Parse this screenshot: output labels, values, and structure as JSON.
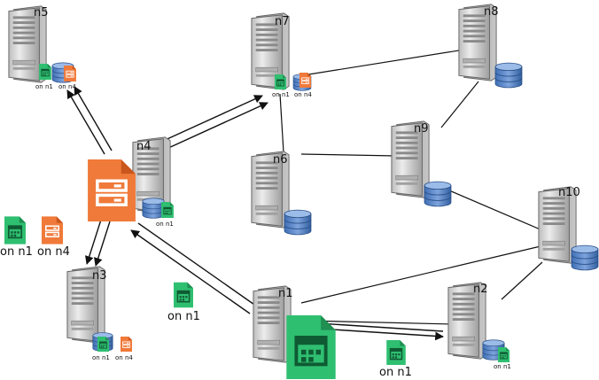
{
  "colors": {
    "file_green": "#2fbf71",
    "file_green_dark": "#1f8f52",
    "file_orange": "#f07a3a",
    "file_orange_dark": "#c9561c",
    "db_blue": "#5b86c7",
    "server_gray": "#d7d7d7"
  },
  "nodes": {
    "n1": {
      "label": "n1"
    },
    "n2": {
      "label": "n2"
    },
    "n3": {
      "label": "n3"
    },
    "n4": {
      "label": "n4"
    },
    "n5": {
      "label": "n5"
    },
    "n6": {
      "label": "n6"
    },
    "n7": {
      "label": "n7"
    },
    "n8": {
      "label": "n8"
    },
    "n9": {
      "label": "n9"
    },
    "n10": {
      "label": "n10"
    }
  },
  "file_labels": {
    "on_n1": "on n1",
    "on_n4": "on n4"
  },
  "icons": {
    "calendar_file": "calendar-file-icon",
    "form_file": "form-file-icon",
    "database": "database-icon",
    "server": "server-icon"
  }
}
